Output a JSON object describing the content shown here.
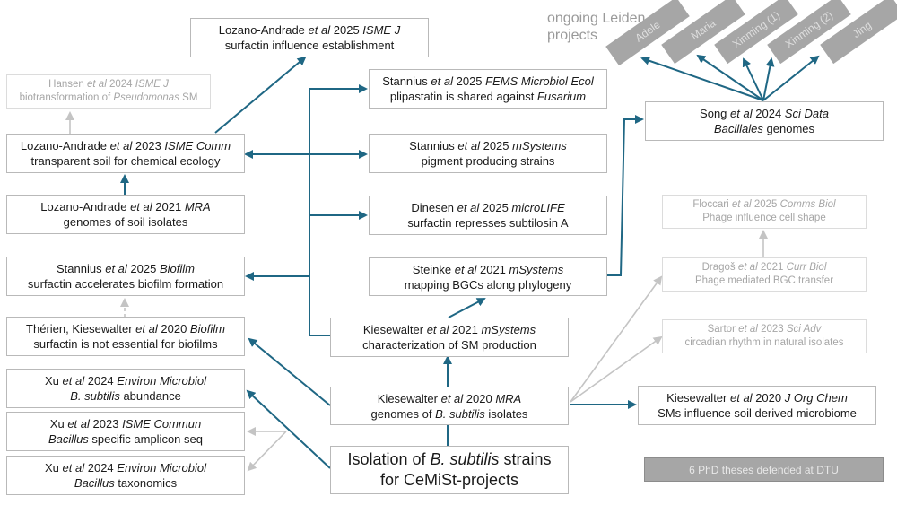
{
  "colors": {
    "main_edge": "#1f6784",
    "faded_edge": "#c4c4c4",
    "box_border": "#b9b9b9"
  },
  "leiden": {
    "label_line1": "ongoing Leiden",
    "label_line2": "projects",
    "projects": [
      "Adele",
      "Maria",
      "Xinming (1)",
      "Xinming (2)",
      "Jing"
    ]
  },
  "phd_badge": "6 PhD theses defended at DTU",
  "nodes": {
    "lozano2025": {
      "author": "Lozano-Andrade",
      "etal": "et al",
      "year": "2025",
      "journal": "ISME J",
      "desc": "surfactin influence establishment"
    },
    "hansen2024": {
      "author": "Hansen",
      "etal": "et al",
      "year": "2024",
      "journal": "ISME J",
      "desc_pre": "biotransformation of ",
      "desc_em": "Pseudomonas",
      "desc_post": " SM"
    },
    "lozano2023": {
      "author": "Lozano-Andrade",
      "etal": "et al",
      "year": "2023",
      "journal": "ISME Comm",
      "desc": "transparent soil for chemical ecology"
    },
    "lozano2021": {
      "author": "Lozano-Andrade",
      "etal": "et al",
      "year": "2021",
      "journal": "MRA",
      "desc": "genomes of soil isolates"
    },
    "stannius_biofilm": {
      "author": "Stannius",
      "etal": "et al",
      "year": "2025",
      "journal": "Biofilm",
      "desc": "surfactin accelerates biofilm formation"
    },
    "therien2020": {
      "author": "Thérien, Kiesewalter",
      "etal": "et al",
      "year": "2020",
      "journal": "Biofilm",
      "desc": "surfactin is not essential for biofilms"
    },
    "xu2024a": {
      "author": "Xu",
      "etal": "et al",
      "year": "2024",
      "journal": "Environ Microbiol",
      "desc_em": "B. subtilis",
      "desc_post": " abundance"
    },
    "xu2023": {
      "author": "Xu",
      "etal": "et al",
      "year": "2023",
      "journal": "ISME Commun",
      "desc_em": "Bacillus",
      "desc_post": " specific amplicon seq"
    },
    "xu2024b": {
      "author": "Xu",
      "etal": "et al",
      "year": "2024",
      "journal": "Environ Microbiol",
      "desc_em": "Bacillus",
      "desc_post": " taxonomics"
    },
    "stannius_fems": {
      "author": "Stannius",
      "etal": "et al",
      "year": "2025",
      "journal": "FEMS Microbiol Ecol",
      "desc_pre": "plipastatin is shared against ",
      "desc_em": "Fusarium"
    },
    "stannius_msys": {
      "author": "Stannius",
      "etal": "et al",
      "year": "2025",
      "journal": "mSystems",
      "desc": "pigment producing strains"
    },
    "dinesen2025": {
      "author": "Dinesen",
      "etal": "et al",
      "year": "2025",
      "journal": "microLIFE",
      "desc": "surfactin represses subtilosin A"
    },
    "steinke2021": {
      "author": "Steinke",
      "etal": "et al",
      "year": "2021",
      "journal": "mSystems",
      "desc": "mapping BGCs along phylogeny"
    },
    "kiesewalter2021": {
      "author": "Kiesewalter",
      "etal": "et al",
      "year": "2021",
      "journal": "mSystems",
      "desc": "characterization of SM production"
    },
    "kiesewalter2020mra": {
      "author": "Kiesewalter",
      "etal": "et al",
      "year": "2020",
      "journal": "MRA",
      "desc_pre": "genomes of ",
      "desc_em": "B. subtilis",
      "desc_post": " isolates"
    },
    "isolation": {
      "pre": "Isolation of ",
      "em": "B. subtilis",
      "post": " strains",
      "line2": "for CeMiSt-projects"
    },
    "song2024": {
      "author": "Song",
      "etal": "et al",
      "year": "2024",
      "journal": "Sci Data",
      "desc_em": "Bacillales",
      "desc_post": " genomes"
    },
    "floccari2025": {
      "author": "Floccari",
      "etal": "et al",
      "year": "2025",
      "journal": "Comms Biol",
      "desc": "Phage influence cell shape"
    },
    "dragos2021": {
      "author": "Dragoš",
      "etal": "et al",
      "year": "2021",
      "journal": "Curr Biol",
      "desc": "Phage mediated BGC transfer"
    },
    "sartor2023": {
      "author": "Sartor",
      "etal": "et al",
      "year": "2023",
      "journal": "Sci Adv",
      "desc": "circadian rhythm in natural isolates"
    },
    "kiesewalter2020joc": {
      "author": "Kiesewalter",
      "etal": "et al",
      "year": "2020",
      "journal": "J Org Chem",
      "desc": "SMs influence soil derived microbiome"
    }
  }
}
